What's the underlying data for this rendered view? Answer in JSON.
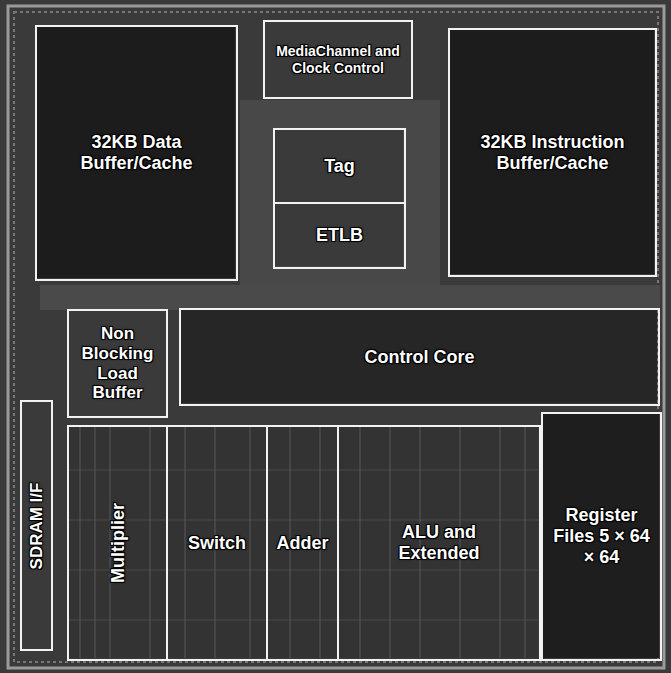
{
  "diagram": {
    "nodes": [
      {
        "text": [
          "32KB Data Buffer/Cache"
        ]
      },
      {
        "text": [
          "MediaChannel and Clock Control"
        ]
      },
      {
        "text": [
          "Tag"
        ]
      },
      {
        "text": [
          "ETLB"
        ]
      },
      {
        "text": [
          "32KB Instruction Buffer/Cache"
        ]
      },
      {
        "text": [
          "Non Blocking Load Buffer"
        ]
      },
      {
        "text": [
          "Control Core"
        ]
      },
      {
        "text": [
          "SDRAM I/F"
        ]
      },
      {
        "text": [
          "Multiplier"
        ]
      },
      {
        "text": [
          "Switch"
        ]
      },
      {
        "text": [
          "Adder"
        ]
      },
      {
        "text": [
          "ALU and Extended"
        ]
      },
      {
        "text": [
          "Register Files 5 × 64 × 64"
        ]
      }
    ]
  }
}
